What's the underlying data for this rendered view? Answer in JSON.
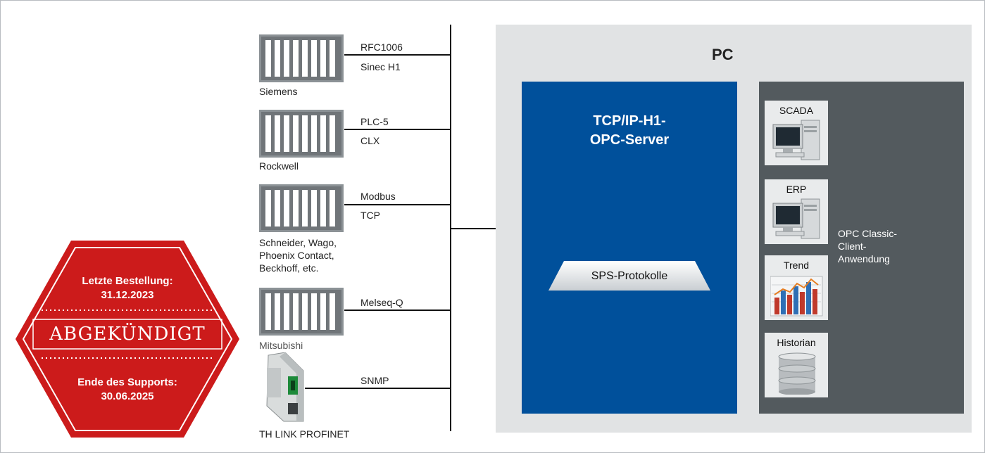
{
  "devices": [
    {
      "name": "Siemens",
      "protocol_lines": [
        "RFC1006",
        "Sinec H1"
      ]
    },
    {
      "name": "Rockwell",
      "protocol_lines": [
        "PLC-5",
        "CLX"
      ]
    },
    {
      "name": "Schneider, Wago,\nPhoenix Contact,\nBeckhoff, etc.",
      "protocol_lines": [
        "Modbus",
        "TCP"
      ]
    },
    {
      "name": "Mitsubishi",
      "protocol_lines": [
        "Melseq-Q"
      ]
    },
    {
      "name": "TH LINK PROFINET",
      "protocol_lines": [
        "SNMP"
      ]
    }
  ],
  "pc": {
    "title": "PC",
    "server_title": "TCP/IP-H1-\nOPC-Server",
    "protocols_label": "SPS-Protokolle",
    "client_label": "OPC Classic-\nClient-\nAnwendung",
    "apps": [
      "SCADA",
      "ERP",
      "Trend",
      "Historian"
    ]
  },
  "badge": {
    "last_order_label": "Letzte Bestellung:",
    "last_order_date": "31.12.2023",
    "status": "ABGEKÜNDIGT",
    "support_end_label": "Ende des Supports:",
    "support_end_date": "30.06.2025",
    "color": "#cc1b1b"
  },
  "colors": {
    "server_blue": "#00509b",
    "client_gray": "#535a5e",
    "pc_background": "#e1e3e4"
  }
}
